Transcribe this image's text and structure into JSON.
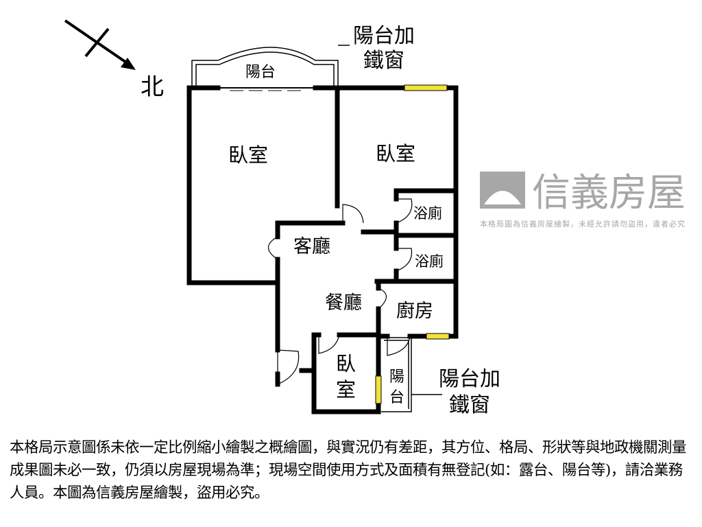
{
  "compass": {
    "label": "北",
    "icon": "north-arrow-icon"
  },
  "rooms": {
    "balcony_top": "陽台",
    "bedroom_1": "臥室",
    "bedroom_2": "臥室",
    "bath_1": "浴廁",
    "bath_2": "浴廁",
    "living": "客廳",
    "dining": "餐廳",
    "kitchen": "廚房",
    "bedroom_3_line1": "臥",
    "bedroom_3_line2": "室",
    "balcony_bottom_line1": "陽",
    "balcony_bottom_line2": "台"
  },
  "callouts": {
    "top_line1": "陽台加",
    "top_line2": "鐵窗",
    "bottom_line1": "陽台加",
    "bottom_line2": "鐵窗"
  },
  "watermark": {
    "brand": "信義房屋",
    "notice": "本格局圖為信義房屋繪製，未經允許請勿盜用，違者必究"
  },
  "colors": {
    "wall": "#000000",
    "window": "#f2e23a",
    "watermark": "#8a8a8a"
  },
  "disclaimer": "本格局示意圖係未依一定比例縮小繪製之概繪圖，與實況仍有差距，其方位、格局、形狀等與地政機關測量成果圖未必一致，仍須以房屋現場為準；現場空間使用方式及面積有無登記(如：露台、陽台等)，請洽業務人員。本圖為信義房屋繪製，盜用必究。"
}
